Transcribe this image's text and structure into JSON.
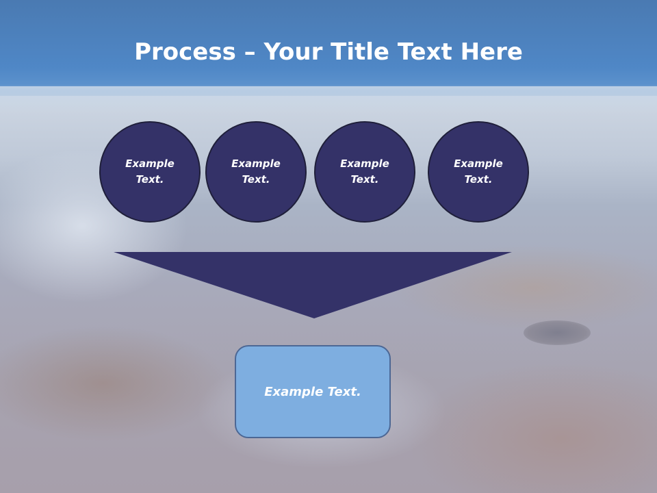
{
  "title": {
    "bold_part": "Process",
    "separator": " – ",
    "rest": "Your Title Text Here"
  },
  "steps": [
    {
      "line1": "Example",
      "line2": "Text."
    },
    {
      "line1": "Example",
      "line2": "Text."
    },
    {
      "line1": "Example",
      "line2": "Text."
    },
    {
      "line1": "Example",
      "line2": "Text."
    }
  ],
  "result": {
    "label": "Example Text."
  },
  "colors": {
    "circle_fill": "#343268",
    "funnel_fill": "#343268",
    "result_fill": "#7eaee0",
    "sky": "#4f87c6"
  }
}
